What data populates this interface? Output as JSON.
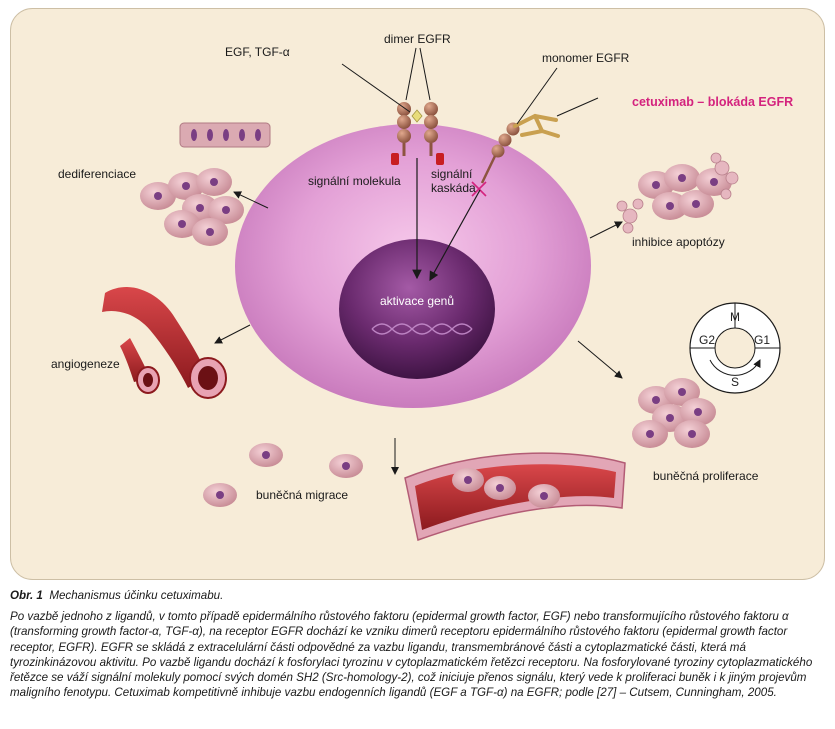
{
  "diagram": {
    "labels": {
      "egf": "EGF, TGF-α",
      "dimer": "dimer EGFR",
      "monomer": "monomer EGFR",
      "cetuximab": "cetuximab – blokáda EGFR",
      "signal_molecule": "signální molekula",
      "signal_cascade_1": "signální",
      "signal_cascade_2": "kaskáda",
      "gene_activation": "aktivace genů",
      "dedifferentiation": "dediferenciace",
      "apoptosis_inhibition": "inhibice apoptózy",
      "angiogenesis": "angiogeneze",
      "migration": "buněčná migrace",
      "proliferation": "buněčná proliferace"
    },
    "cell_cycle": {
      "m": "M",
      "g1": "G1",
      "s": "S",
      "g2": "G2"
    },
    "colors": {
      "background": "#f7ecd8",
      "cell": "#d487c6",
      "nucleus": "#6a2a6e",
      "receptor": "#b87a62",
      "cetuximab": "#d4237e",
      "vessel": "#b5262a"
    }
  },
  "caption": {
    "label": "Obr. 1",
    "title": "Mechanismus účinku cetuximabu.",
    "text": "Po vazbě jednoho z ligandů, v tomto případě epidermálního růstového faktoru (epidermal growth factor, EGF) nebo transformujícího růstového faktoru α (transforming growth factor-α, TGF-α), na receptor EGFR dochází ke vzniku dimerů receptoru epidermálního růstového faktoru (epidermal growth factor receptor, EGFR). EGFR se skládá z extracelulární části odpovědné za vazbu ligandu, transmembránové části a cytoplazmatické části, která má tyrozinkinázovou aktivitu. Po vazbě ligandu dochází k fosforylaci tyrozinu v cytoplazmatickém řetězci receptoru. Na fosforylované tyroziny cytoplazmatického řetězce se váží signální molekuly pomocí svých domén SH2 (Src-homology-2), což iniciuje přenos signálu, který vede k proliferaci buněk i k jiným projevům maligního fenotypu. Cetuximab kompetitivně inhibuje vazbu endogenních ligandů (EGF a TGF-α) na EGFR; podle [27] – Cutsem, Cunningham, 2005."
  }
}
